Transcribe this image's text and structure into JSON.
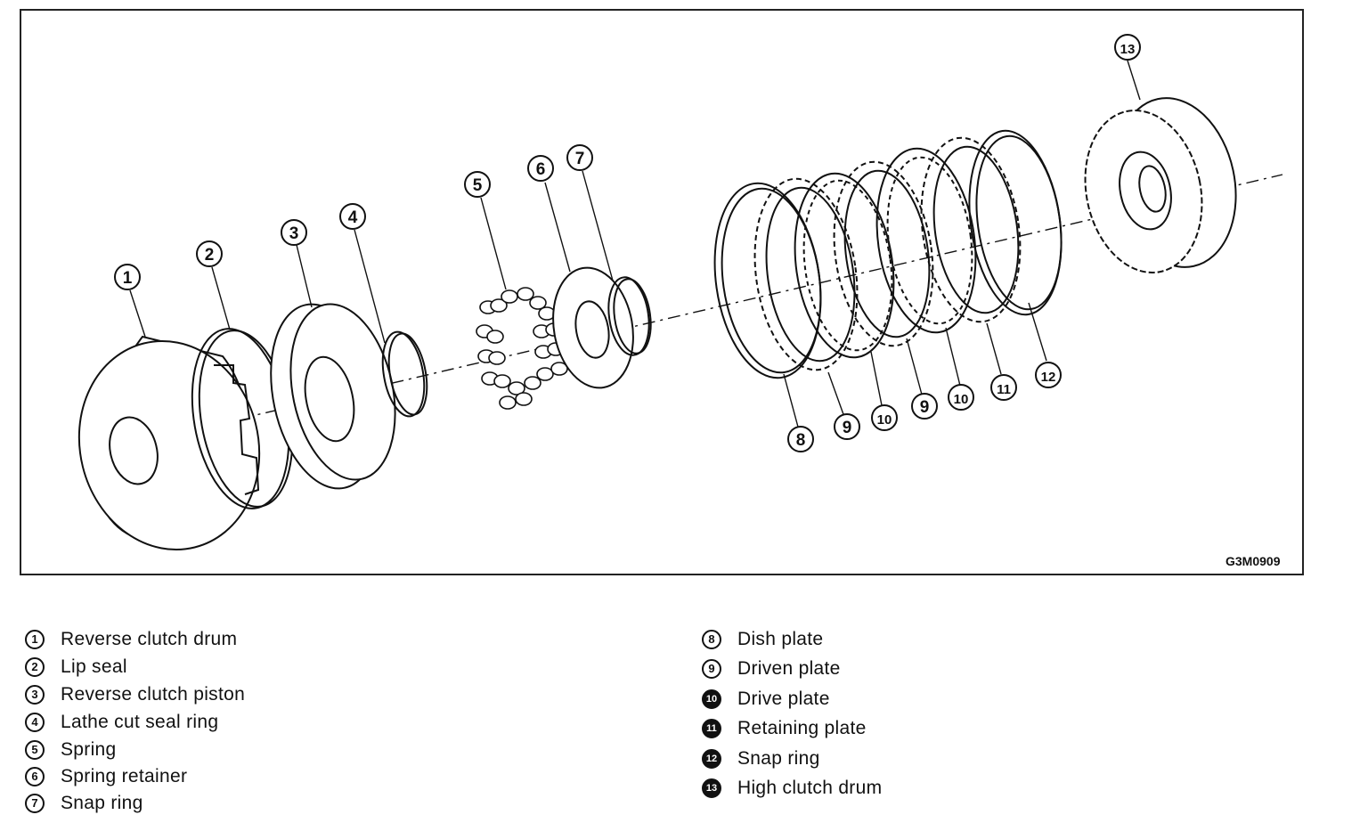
{
  "figure_code": "G3M0909",
  "callouts": [
    "1",
    "2",
    "3",
    "4",
    "5",
    "6",
    "7",
    "8",
    "9",
    "10",
    "11",
    "12",
    "13"
  ],
  "legend_left": [
    {
      "num": "1",
      "label": "Reverse clutch drum"
    },
    {
      "num": "2",
      "label": "Lip seal"
    },
    {
      "num": "3",
      "label": "Reverse clutch piston"
    },
    {
      "num": "4",
      "label": "Lathe cut seal ring"
    },
    {
      "num": "5",
      "label": "Spring"
    },
    {
      "num": "6",
      "label": "Spring retainer"
    },
    {
      "num": "7",
      "label": "Snap ring"
    }
  ],
  "legend_right": [
    {
      "num": "8",
      "label": "Dish plate"
    },
    {
      "num": "9",
      "label": "Driven plate"
    },
    {
      "num": "10",
      "label": "Drive plate"
    },
    {
      "num": "11",
      "label": "Retaining plate"
    },
    {
      "num": "12",
      "label": "Snap ring"
    },
    {
      "num": "13",
      "label": "High clutch drum"
    }
  ]
}
